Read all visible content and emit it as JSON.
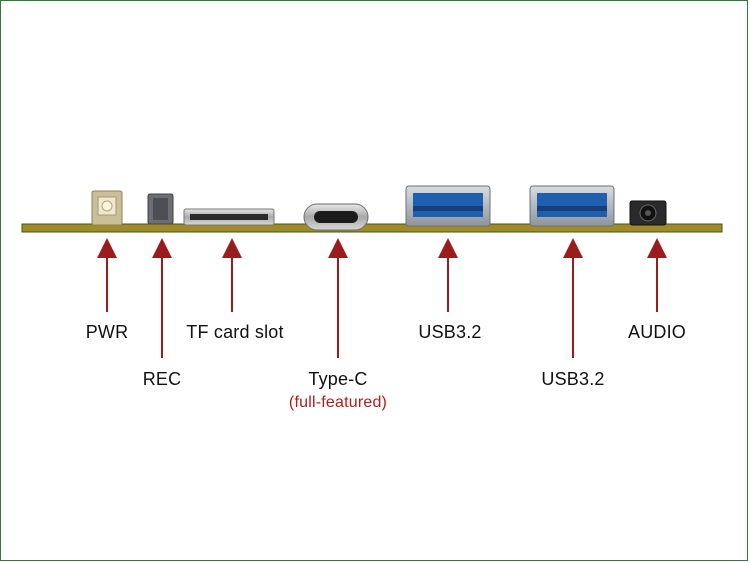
{
  "labels": {
    "pwr": "PWR",
    "tf": "TF card slot",
    "usb_a": "USB3.2",
    "audio": "AUDIO",
    "rec": "REC",
    "typec": "Type-C",
    "typec_sub": "(full-featured)",
    "usb_b": "USB3.2"
  },
  "colors": {
    "pcb": "#a08a2a",
    "pcb_edge": "#3a5f12",
    "arrow": "#9b1c1c",
    "sub_text": "#b01c1c",
    "usb_blue": "#1f5fb0",
    "frame": "#2f7a3a"
  }
}
